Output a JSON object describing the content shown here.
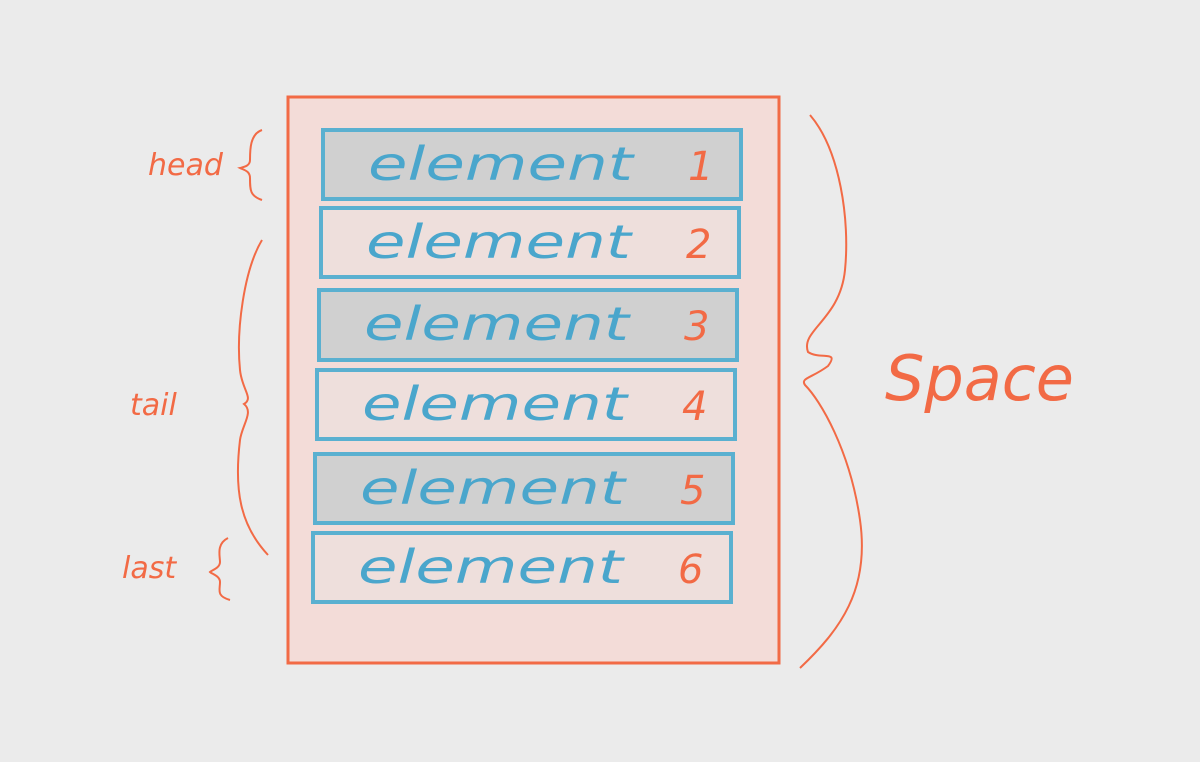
{
  "colors": {
    "background": "#ebebeb",
    "container_stroke": "#f26a45",
    "container_fill": "#f3dcd8",
    "element_stroke": "#5ab0d0",
    "element_fill_dark": "#d0d0d0",
    "element_fill_light": "#eedfdc",
    "element_text": "#4aa6cc",
    "number_text": "#f26a45",
    "annotation": "#f26a45"
  },
  "elements": [
    {
      "label": "element",
      "number": "1",
      "shade": "dark"
    },
    {
      "label": "element",
      "number": "2",
      "shade": "light"
    },
    {
      "label": "element",
      "number": "3",
      "shade": "dark"
    },
    {
      "label": "element",
      "number": "4",
      "shade": "light"
    },
    {
      "label": "element",
      "number": "5",
      "shade": "dark"
    },
    {
      "label": "element",
      "number": "6",
      "shade": "light"
    }
  ],
  "annotations": {
    "head": "head",
    "tail": "tail",
    "last": "last",
    "space": "Space"
  }
}
